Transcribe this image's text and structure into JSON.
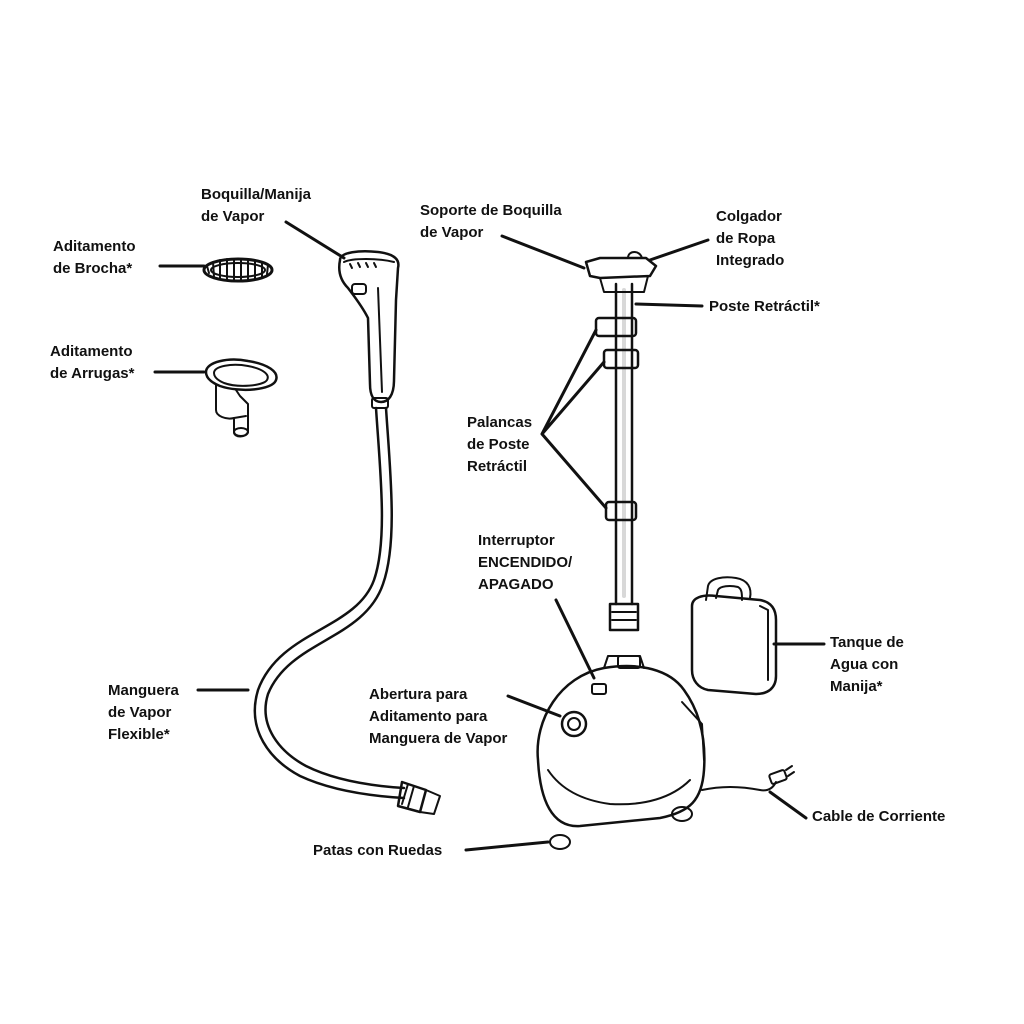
{
  "labels": {
    "boquilla": [
      "Boquilla/Manija",
      "de Vapor"
    ],
    "brocha": [
      "Aditamento",
      "de Brocha*"
    ],
    "arrugas": [
      "Aditamento",
      "de Arrugas*"
    ],
    "manguera": [
      "Manguera",
      "de Vapor",
      "Flexible*"
    ],
    "patas": [
      "Patas con Ruedas"
    ],
    "soporte": [
      "Soporte de Boquilla",
      "de Vapor"
    ],
    "colgador": [
      "Colgador",
      "de Ropa",
      "Integrado"
    ],
    "poste": [
      "Poste Retráctil*"
    ],
    "palancas": [
      "Palancas",
      "de Poste",
      "Retráctil"
    ],
    "interruptor": [
      "Interruptor",
      "ENCENDIDO/",
      "APAGADO"
    ],
    "abertura": [
      "Abertura para",
      "Aditamento para",
      "Manguera de Vapor"
    ],
    "tanque": [
      "Tanque de",
      "Agua con",
      "Manija*"
    ],
    "cable": [
      "Cable de Corriente"
    ]
  },
  "colors": {
    "ink": "#111111",
    "paper": "#ffffff",
    "shade": "#d8d8d8"
  }
}
